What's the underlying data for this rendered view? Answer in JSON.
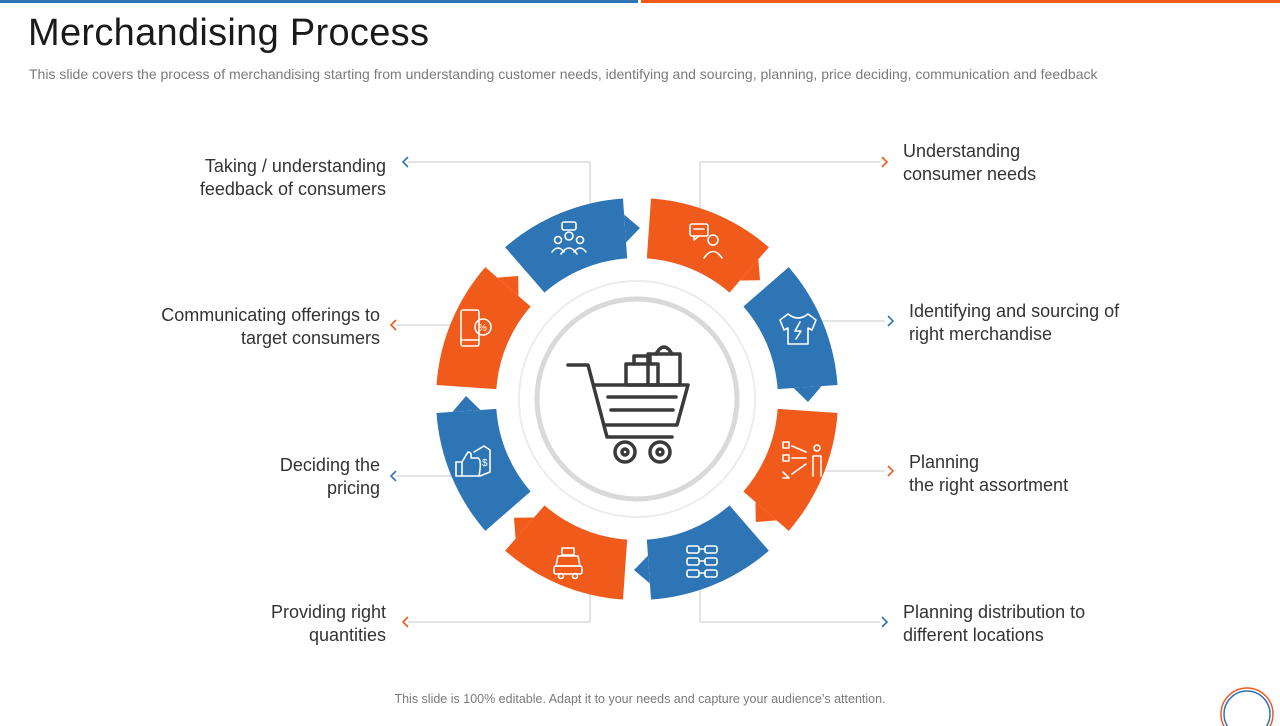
{
  "header": {
    "title": "Merchandising Process",
    "subtitle": "This slide covers the process of merchandising starting from understanding customer needs, identifying and sourcing, planning, price deciding, communication and feedback"
  },
  "colors": {
    "blue": "#2e75b6",
    "orange": "#f05a1a",
    "line": "#c8c8c8",
    "text": "#333333"
  },
  "center": {
    "icon": "shopping-cart-icon"
  },
  "steps": [
    {
      "line1": "Understanding",
      "line2": "consumer needs",
      "color": "orange",
      "icon": "customer-chat-icon"
    },
    {
      "line1": "Identifying and sourcing of",
      "line2": "right merchandise",
      "color": "blue",
      "icon": "tshirt-icon"
    },
    {
      "line1": "Planning",
      "line2": "the right assortment",
      "color": "orange",
      "icon": "strategy-plan-icon"
    },
    {
      "line1": "Planning distribution to",
      "line2": "different locations",
      "color": "blue",
      "icon": "distribution-flow-icon"
    },
    {
      "line1": "Providing right",
      "line2": "quantities",
      "color": "orange",
      "icon": "delivery-car-icon"
    },
    {
      "line1": "Deciding the",
      "line2": "pricing",
      "color": "blue",
      "icon": "price-tag-thumb-icon"
    },
    {
      "line1": "Communicating offerings to",
      "line2": "target consumers",
      "color": "orange",
      "icon": "mobile-discount-icon"
    },
    {
      "line1": "Taking / understanding",
      "line2": "feedback of consumers",
      "color": "blue",
      "icon": "feedback-group-icon"
    }
  ],
  "footer": {
    "text": "This slide is 100% editable. Adapt it to your needs and capture your audience’s attention."
  }
}
